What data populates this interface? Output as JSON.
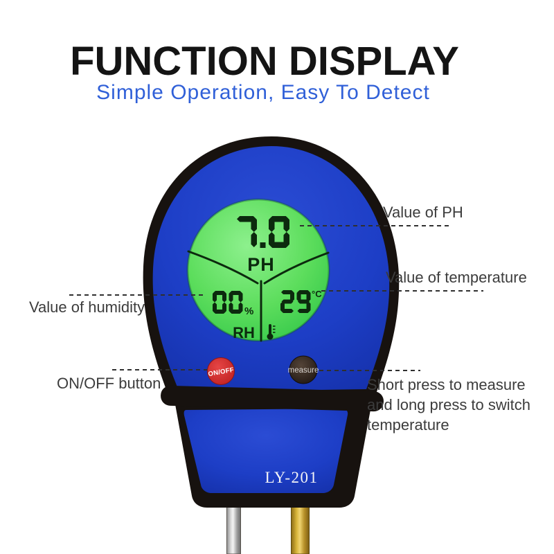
{
  "header": {
    "title": "FUNCTION DISPLAY",
    "subtitle": "Simple Operation, Easy To Detect"
  },
  "device": {
    "model": "LY-201",
    "lcd": {
      "ph_value": "7.0",
      "ph_label": "PH",
      "humidity_value": "00",
      "humidity_unit": "%",
      "humidity_label": "RH",
      "temperature_value": "29",
      "temperature_unit": "°C"
    },
    "buttons": {
      "power_label": "ON/OFF",
      "measure_label": "measure"
    }
  },
  "callouts": {
    "ph": {
      "label": "Value of PH"
    },
    "temperature": {
      "label": "Value of temperature"
    },
    "humidity": {
      "label": "Value of humidity"
    },
    "power": {
      "label": "ON/OFF button"
    },
    "measure": {
      "lines": [
        "Short press to measure",
        "and long press to switch",
        "temperature"
      ]
    }
  },
  "colors": {
    "body_blue": "#1e3fc6",
    "subtitle_blue": "#3060d8",
    "lcd_green": "#5cdd5c",
    "segment_dark": "#0c2a0e",
    "power_red": "#d32f2f",
    "measure_black": "#241b16",
    "probe_silver": "#c9c9c9",
    "probe_gold": "#d8b53a",
    "casing_black": "#17120f"
  }
}
